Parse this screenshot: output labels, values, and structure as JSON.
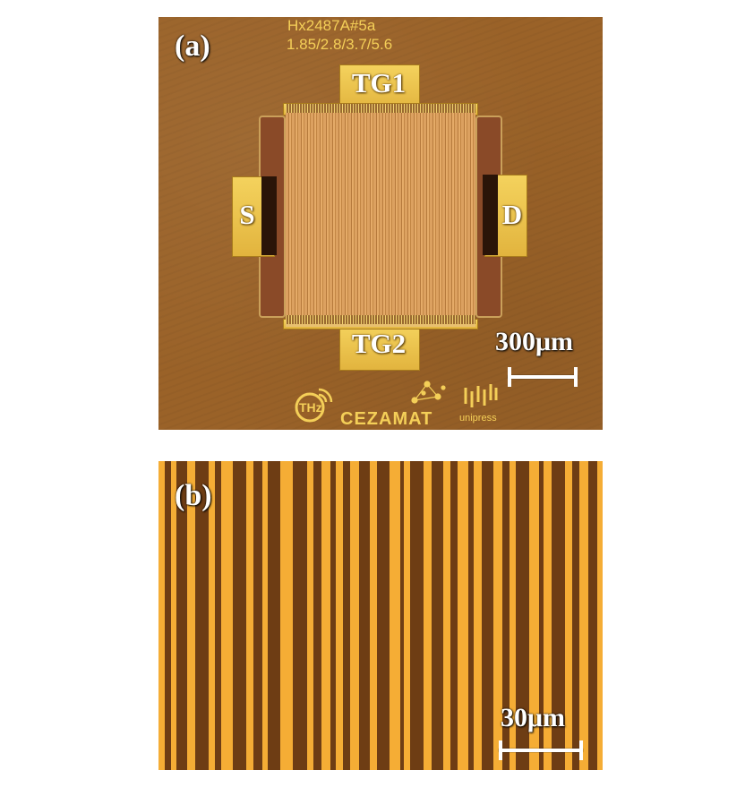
{
  "panel_a": {
    "label": "(a)",
    "sample_id": "Hx2487A#5a",
    "gate_spec": "1.85/2.8/3.7/5.6",
    "pads": {
      "top": "TG1",
      "bottom": "TG2",
      "left": "S",
      "right": "D"
    },
    "scale_bar": "300μm",
    "logos": {
      "thz": "THz",
      "cezamat": "CEZAMAT",
      "unipress": "unipress"
    }
  },
  "panel_b": {
    "label": "(b)",
    "scale_bar": "30μm"
  },
  "colors": {
    "substrate_a": "#9a6228",
    "substrate_b": "#6e3d14",
    "gold": "#f4d25d",
    "stripe": "#f5ad35"
  }
}
